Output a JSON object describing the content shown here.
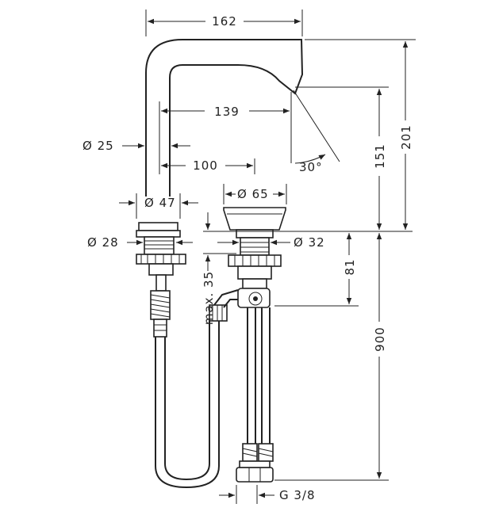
{
  "dimensions": {
    "width_162": "162",
    "reach_139": "139",
    "offset_100": "100",
    "dia_25": "Ø 25",
    "dia_47": "Ø 47",
    "dia_65": "Ø 65",
    "dia_28": "Ø 28",
    "dia_32": "Ø 32",
    "height_151": "151",
    "height_201": "201",
    "angle_30": "30°",
    "depth_81": "81",
    "max_35": "max. 35",
    "length_900": "900",
    "thread_g38": "G 3/8"
  }
}
